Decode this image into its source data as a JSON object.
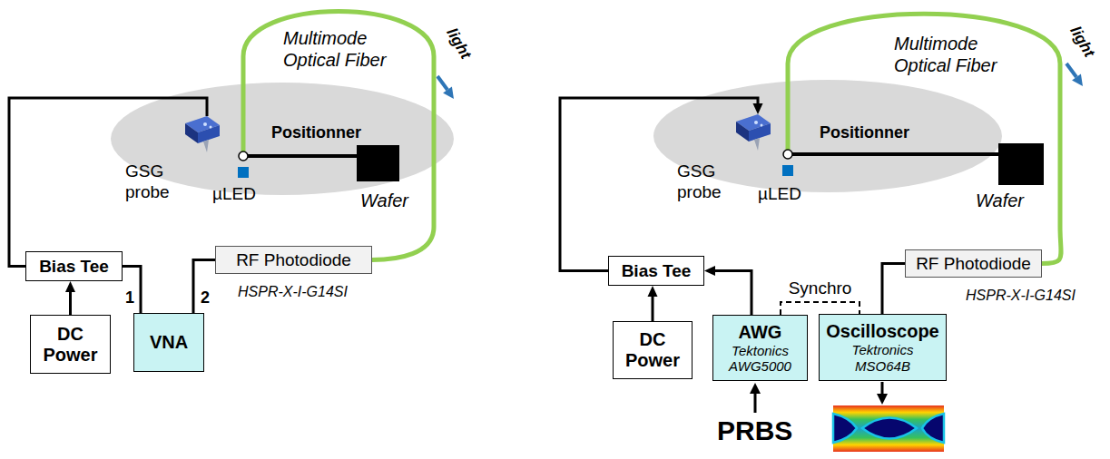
{
  "diagram": {
    "nodes": [
      {
        "text": [
          "Wafer"
        ]
      },
      {
        "text": [
          "Bias Tee"
        ]
      },
      {
        "text": [
          "DC Power"
        ]
      },
      {
        "text": [
          "VNA"
        ]
      },
      {
        "text": [
          "RF Photodiode"
        ]
      },
      {
        "text": [
          "Wafer"
        ]
      },
      {
        "text": [
          "Bias Tee"
        ]
      },
      {
        "text": [
          "DC Power"
        ]
      },
      {
        "text": [
          "AWG",
          "Tektonics AWG5000"
        ]
      },
      {
        "text": [
          "Oscilloscope",
          "Tektronics MSO64B"
        ]
      },
      {
        "text": [
          "RF Photodiode"
        ]
      }
    ],
    "edges": [
      {
        "from": 1,
        "to": 0,
        "arrow": "none"
      },
      {
        "from": 2,
        "to": 1,
        "arrow": "to"
      },
      {
        "from": 1,
        "to": 3,
        "arrow": "none"
      },
      {
        "from": 3,
        "to": 4,
        "arrow": "none"
      },
      {
        "from": 0,
        "to": 4,
        "arrow": "none"
      },
      {
        "from": 6,
        "to": 5,
        "arrow": "to"
      },
      {
        "from": 7,
        "to": 6,
        "arrow": "to"
      },
      {
        "from": 8,
        "to": 6,
        "arrow": "to"
      },
      {
        "from": 8,
        "to": 9,
        "label": "Synchro",
        "arrow": "none"
      },
      {
        "from": 10,
        "to": 9,
        "arrow": "none"
      },
      {
        "from": 5,
        "to": 10,
        "arrow": "none"
      }
    ],
    "labels": [
      "Multimode Optical Fiber",
      "light",
      "GSG probe",
      "µLED",
      "Positionner",
      "1",
      "2",
      "HSPR-X-I-G14SI",
      "Multimode Optical Fiber",
      "light",
      "GSG probe",
      "µLED",
      "Positionner",
      "HSPR-X-I-G14SI",
      "PRBS"
    ]
  }
}
